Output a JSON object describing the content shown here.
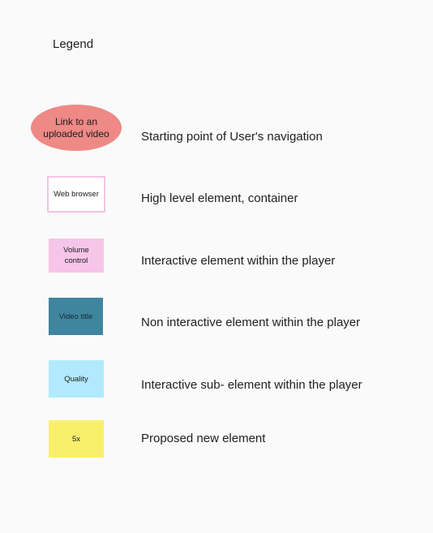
{
  "legend": {
    "title": "Legend",
    "items": [
      {
        "shape": "ellipse",
        "fill": "#ee8986",
        "label_lines": [
          "Link to an",
          "uploaded video"
        ],
        "description": "Starting point of User's navigation"
      },
      {
        "shape": "outlined-rectangle",
        "fill": "#ffffff",
        "border": "#f3c3e6",
        "label_lines": [
          "Web browser"
        ],
        "description": "High level element, container"
      },
      {
        "shape": "rectangle",
        "fill": "#f6c5e8",
        "label_lines": [
          "Volume",
          "control"
        ],
        "description": "Interactive element within the player"
      },
      {
        "shape": "rectangle",
        "fill": "#3f859f",
        "label_lines": [
          "Video title"
        ],
        "description": "Non interactive element within the player"
      },
      {
        "shape": "rectangle",
        "fill": "#b1eafd",
        "label_lines": [
          "Quality"
        ],
        "description": "Interactive sub- element within the player"
      },
      {
        "shape": "rectangle",
        "fill": "#f9f06a",
        "label_lines": [
          "5x"
        ],
        "description": "Proposed new element"
      }
    ]
  }
}
